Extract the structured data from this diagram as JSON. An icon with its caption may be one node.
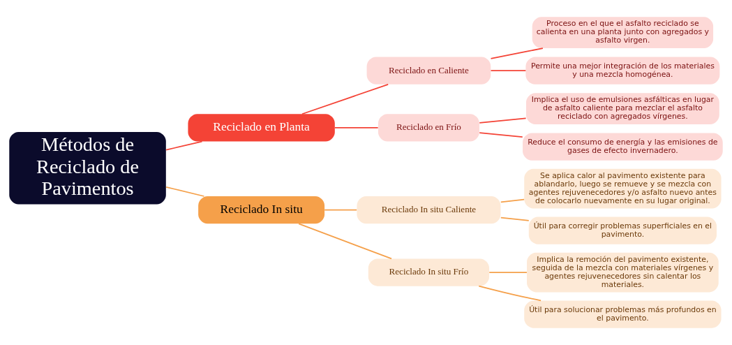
{
  "diagram": {
    "nodes": [
      {
        "text": [
          "Métodos de Reciclado de Pavimentos"
        ]
      },
      {
        "text": [
          "Reciclado en Planta"
        ]
      },
      {
        "text": [
          "Reciclado en Caliente"
        ]
      },
      {
        "text": [
          "Proceso en el que el asfalto reciclado se calienta en una planta junto con agregados y asfalto virgen."
        ]
      },
      {
        "text": [
          "Permite una mejor integración de los materiales y una mezcla homogénea."
        ]
      },
      {
        "text": [
          "Reciclado en Frío"
        ]
      },
      {
        "text": [
          "Implica el uso de emulsiones asfálticas en lugar de asfalto caliente para mezclar el asfalto reciclado con agregados vírgenes."
        ]
      },
      {
        "text": [
          "Reduce el consumo de energía y las emisiones de gases de efecto invernadero."
        ]
      },
      {
        "text": [
          "Reciclado In situ"
        ]
      },
      {
        "text": [
          "Reciclado In situ Caliente"
        ]
      },
      {
        "text": [
          "Se aplica calor al pavimento existente para ablandarlo, luego se remueve y se mezcla con agentes rejuvenecedores y/o asfalto nuevo antes de colocarlo nuevamente en su lugar original."
        ]
      },
      {
        "text": [
          "Útil para corregir problemas superficiales en el pavimento."
        ]
      },
      {
        "text": [
          "Reciclado In situ Frío"
        ]
      },
      {
        "text": [
          "Implica la remoción del pavimento existente, seguida de la mezcla con materiales vírgenes y agentes rejuvenecedores sin calentar los materiales."
        ]
      },
      {
        "text": [
          "Útil para solucionar problemas más profundos en el pavimento."
        ]
      }
    ],
    "edges": [
      {
        "from": 0,
        "to": 1,
        "arrow": "none",
        "color": "#f44336"
      },
      {
        "from": 1,
        "to": 2,
        "arrow": "none",
        "color": "#f44336"
      },
      {
        "from": 2,
        "to": 3,
        "arrow": "none",
        "color": "#f44336"
      },
      {
        "from": 2,
        "to": 4,
        "arrow": "none",
        "color": "#f44336"
      },
      {
        "from": 1,
        "to": 5,
        "arrow": "none",
        "color": "#f44336"
      },
      {
        "from": 5,
        "to": 6,
        "arrow": "none",
        "color": "#f44336"
      },
      {
        "from": 5,
        "to": 7,
        "arrow": "none",
        "color": "#f44336"
      },
      {
        "from": 0,
        "to": 8,
        "arrow": "none",
        "color": "#f5a04a"
      },
      {
        "from": 8,
        "to": 9,
        "arrow": "none",
        "color": "#f5a04a"
      },
      {
        "from": 9,
        "to": 10,
        "arrow": "none",
        "color": "#f5a04a"
      },
      {
        "from": 9,
        "to": 11,
        "arrow": "none",
        "color": "#f5a04a"
      },
      {
        "from": 8,
        "to": 12,
        "arrow": "none",
        "color": "#f5a04a"
      },
      {
        "from": 12,
        "to": 13,
        "arrow": "none",
        "color": "#f5a04a"
      },
      {
        "from": 12,
        "to": 14,
        "arrow": "none",
        "color": "#f5a04a"
      }
    ]
  }
}
